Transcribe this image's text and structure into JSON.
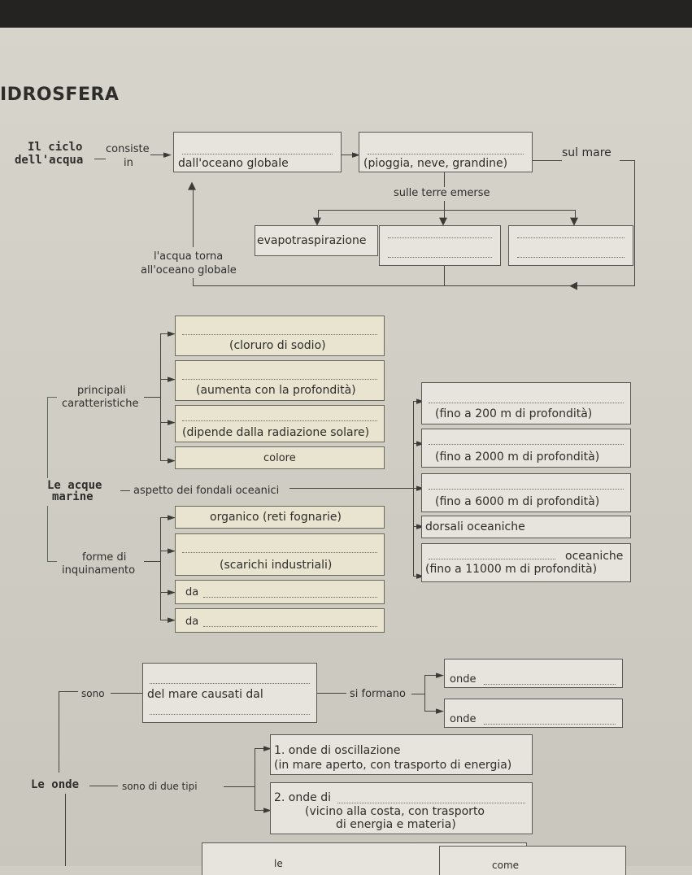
{
  "title": "IDROSFERA",
  "ciclo": {
    "label_line1": "Il ciclo",
    "label_line2": "dell'acqua",
    "consiste_line1": "consiste",
    "consiste_line2": "in",
    "box1": "dall'oceano globale",
    "box2": "(pioggia, neve, grandine)",
    "sul_mare": "sul mare",
    "sulle_terre": "sulle terre emerse",
    "evapotraspirazione": "evapotraspirazione",
    "acqua_torna_line1": "l'acqua torna",
    "acqua_torna_line2": "all'oceano globale"
  },
  "acque_marine": {
    "label_line1": "Le acque",
    "label_line2": "marine",
    "principali_line1": "principali",
    "principali_line2": "caratteristiche",
    "char_boxes": [
      "(cloruro di sodio)",
      "(aumenta con la profondità)",
      "(dipende dalla radiazione solare)",
      "colore"
    ],
    "aspetto": "aspetto dei fondali oceanici",
    "fondali_boxes": [
      "(fino a 200 m di profondità)",
      "(fino a 2000 m di profondità)",
      "(fino a 6000 m di profondità)",
      "dorsali oceaniche"
    ],
    "oceaniche": "oceaniche",
    "fosse_depth": "(fino a 11000 m di profondità)",
    "forme_line1": "forme di",
    "forme_line2": "inquinamento",
    "inq_boxes": [
      "organico (reti fognarie)",
      "(scarichi industriali)",
      "da",
      "da"
    ]
  },
  "onde": {
    "label": "Le onde",
    "sono": "sono",
    "causati": "del mare causati dal",
    "si_formano": "si formano",
    "onde_a": "onde",
    "onde_b": "onde",
    "due_tipi": "sono di due tipi",
    "tipo1_line1": "1. onde di oscillazione",
    "tipo1_line2": "(in mare aperto, con trasporto di energia)",
    "tipo2_line1": "2. onde di",
    "tipo2_line2": "(vicino alla costa, con trasporto",
    "tipo2_line3": "di energia e materia)",
    "le": "le",
    "come": "come"
  }
}
